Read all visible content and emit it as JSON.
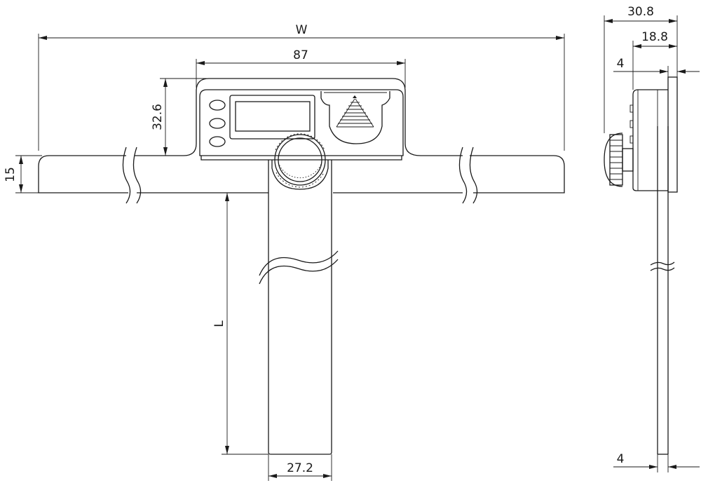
{
  "drawing": {
    "front_view": {
      "overall_width_label": "W",
      "housing_width_label": "87",
      "housing_height_label": "32.6",
      "head_thickness_label": "15",
      "blade_length_label": "L",
      "blade_width_label": "27.2"
    },
    "side_view": {
      "overall_depth_label": "30.8",
      "body_depth_label": "18.8",
      "head_plate_thickness_label": "4",
      "blade_thickness_label": "4"
    },
    "icons": [
      "digital-display",
      "mode-buttons",
      "level-bubble-icon",
      "locking-knob"
    ]
  }
}
